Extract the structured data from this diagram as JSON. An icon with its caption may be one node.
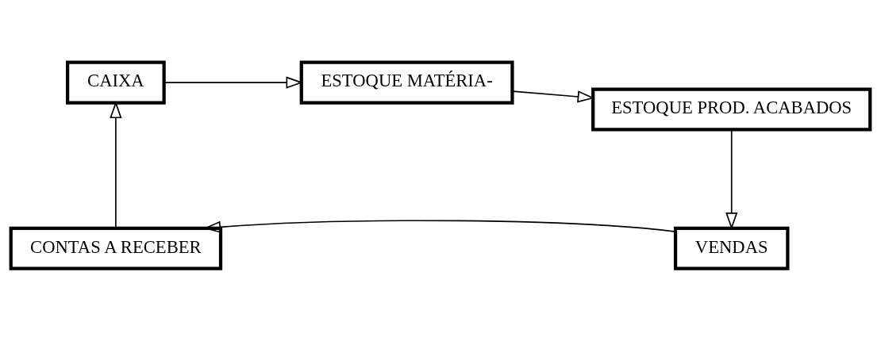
{
  "diagram": {
    "nodes": [
      {
        "text": [
          "CAIXA"
        ]
      },
      {
        "text": [
          "ESTOQUE MATÉRIA-"
        ]
      },
      {
        "text": [
          "ESTOQUE PROD. ACABADOS"
        ]
      },
      {
        "text": [
          "VENDAS"
        ]
      },
      {
        "text": [
          "CONTAS A RECEBER"
        ]
      }
    ],
    "edges": [
      {
        "from": 0,
        "to": 1,
        "arrow": "to"
      },
      {
        "from": 1,
        "to": 2,
        "arrow": "to"
      },
      {
        "from": 2,
        "to": 3,
        "arrow": "to"
      },
      {
        "from": 3,
        "to": 4,
        "arrow": "to"
      },
      {
        "from": 4,
        "to": 0,
        "arrow": "to"
      }
    ]
  }
}
